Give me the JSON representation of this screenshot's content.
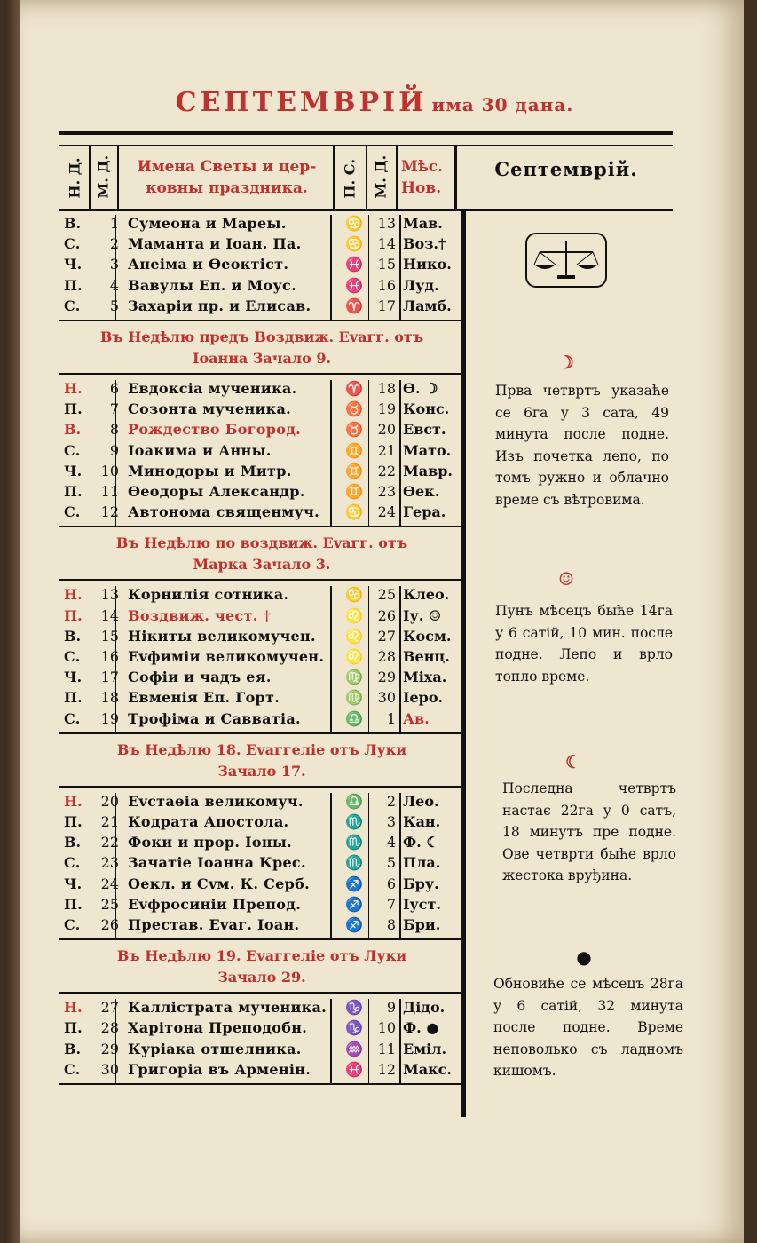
{
  "title": {
    "month": "СЕПТЕМВРІЙ",
    "days": "има 30 дана."
  },
  "header": {
    "week_day": "Н. Д.",
    "month_day": "М. Д.",
    "names_1": "Имена Светы и цер-",
    "names_2": "ковны праздника.",
    "ps": "П. С.",
    "md2": "М. Д.",
    "moon_1": "Мѣс.",
    "moon_2": "Нов.",
    "month_right": "Септемврій."
  },
  "groups": [
    {
      "rows": [
        {
          "wd": "В.",
          "d": "1",
          "name": "Сумеона и Мареы.",
          "z": "♋",
          "md": "13",
          "moon": "Мав."
        },
        {
          "wd": "С.",
          "d": "2",
          "name": "Маманта и Іоан. Па.",
          "z": "♋",
          "md": "14",
          "moon": "Воз.†"
        },
        {
          "wd": "Ч.",
          "d": "3",
          "name": "Анеіма и Өеоктіст.",
          "z": "♓",
          "md": "15",
          "moon": "Нико."
        },
        {
          "wd": "П.",
          "d": "4",
          "name": "Вавулы Еп. и Моус.",
          "z": "♓",
          "md": "16",
          "moon": "Луд."
        },
        {
          "wd": "С.",
          "d": "5",
          "name": "Захаріи пр. и Елисав.",
          "z": "♈",
          "md": "17",
          "moon": "Ламб."
        }
      ]
    },
    {
      "sunday": [
        "Въ Недѣлю предъ Воздвиж. Еvагг. отъ",
        "Іоанна Зачало 9."
      ]
    },
    {
      "rows": [
        {
          "wd": "Н.",
          "red": true,
          "d": "6",
          "name": "Евдоксіа мученика.",
          "z": "♈",
          "md": "18",
          "moon": "Ѳ. ☽"
        },
        {
          "wd": "П.",
          "d": "7",
          "name": "Созонта мученика.",
          "z": "♉",
          "md": "19",
          "moon": "Конс."
        },
        {
          "wd": "В.",
          "red": true,
          "d": "8",
          "name": "Рождество Богород.",
          "namered": true,
          "z": "♉",
          "md": "20",
          "moon": "Евст."
        },
        {
          "wd": "С.",
          "d": "9",
          "name": "Іоакима и Анны.",
          "z": "♊",
          "md": "21",
          "moon": "Мато."
        },
        {
          "wd": "Ч.",
          "d": "10",
          "name": "Минодоры и Митр.",
          "z": "♊",
          "md": "22",
          "moon": "Мавр."
        },
        {
          "wd": "П.",
          "d": "11",
          "name": "Өеодоры Александр.",
          "z": "♊",
          "md": "23",
          "moon": "Өек."
        },
        {
          "wd": "С.",
          "d": "12",
          "name": "Автонома священмуч.",
          "z": "♋",
          "md": "24",
          "moon": "Гера."
        }
      ]
    },
    {
      "sunday": [
        "Въ Недѣлю по воздвиж. Еvагг. отъ",
        "Марка Зачало 3."
      ]
    },
    {
      "rows": [
        {
          "wd": "Н.",
          "red": true,
          "d": "13",
          "name": "Корнилія сотника.",
          "z": "♋",
          "md": "25",
          "moon": "Клео."
        },
        {
          "wd": "П.",
          "red": true,
          "d": "14",
          "name": "Воздвиж. чест. †",
          "namered": true,
          "z": "♌",
          "md": "26",
          "moon": "Іу. ☺"
        },
        {
          "wd": "В.",
          "d": "15",
          "name": "Нікиты великомучен.",
          "z": "♌",
          "md": "27",
          "moon": "Косм."
        },
        {
          "wd": "С.",
          "d": "16",
          "name": "Еvфиміи великомучен.",
          "z": "♌",
          "md": "28",
          "moon": "Венц."
        },
        {
          "wd": "Ч.",
          "d": "17",
          "name": "Софіи и чадъ ея.",
          "z": "♍",
          "md": "29",
          "moon": "Міха."
        },
        {
          "wd": "П.",
          "d": "18",
          "name": "Евменія Еп. Горт.",
          "z": "♍",
          "md": "30",
          "moon": "Іеро."
        },
        {
          "wd": "С.",
          "d": "19",
          "name": "Трофіма и Савватіа.",
          "z": "♎",
          "md": "1",
          "moon": "Ав.",
          "moonred": true
        }
      ]
    },
    {
      "sunday": [
        "Въ Недѣлю 18. Еvаггеліе отъ Луки",
        "Зачало 17."
      ]
    },
    {
      "rows": [
        {
          "wd": "Н.",
          "red": true,
          "d": "20",
          "name": "Еvстаѳіа великомуч.",
          "z": "♎",
          "md": "2",
          "moon": "Лео."
        },
        {
          "wd": "П.",
          "d": "21",
          "name": "Кодрата Апостола.",
          "z": "♏",
          "md": "3",
          "moon": "Кан."
        },
        {
          "wd": "В.",
          "d": "22",
          "name": "Фоки и прор. Іоны.",
          "z": "♏",
          "md": "4",
          "moon": "Ф. ☾"
        },
        {
          "wd": "С.",
          "d": "23",
          "name": "Зачатіе Іоанна Крес.",
          "z": "♏",
          "md": "5",
          "moon": "Пла."
        },
        {
          "wd": "Ч.",
          "d": "24",
          "name": "Өекл. и Сvм. К. Серб.",
          "z": "♐",
          "md": "6",
          "moon": "Бру."
        },
        {
          "wd": "П.",
          "d": "25",
          "name": "Еvфросиніи Препод.",
          "z": "♐",
          "md": "7",
          "moon": "Іуст."
        },
        {
          "wd": "С.",
          "d": "26",
          "name": "Престав. Еvаг. Іоан.",
          "z": "♐",
          "md": "8",
          "moon": "Бри."
        }
      ]
    },
    {
      "sunday": [
        "Въ Недѣлю 19. Еvаггеліе отъ Луки",
        "Зачало 29."
      ]
    },
    {
      "rows": [
        {
          "wd": "Н.",
          "red": true,
          "d": "27",
          "name": "Каллістрата мученика.",
          "z": "♑",
          "md": "9",
          "moon": "Дідо."
        },
        {
          "wd": "П.",
          "d": "28",
          "name": "Харітона Преподобн.",
          "z": "♑",
          "md": "10",
          "moon": "Ф. ●"
        },
        {
          "wd": "В.",
          "d": "29",
          "name": "Куріака отшелника.",
          "z": "♒",
          "md": "11",
          "moon": "Еміл."
        },
        {
          "wd": "С.",
          "d": "30",
          "name": "Григоріа въ Арменін.",
          "z": "♓",
          "md": "12",
          "moon": "Макс."
        }
      ]
    }
  ],
  "notes": [
    {
      "symbol": "☽",
      "text": "Прва четвртъ указаће се 6га у 3 сата, 49 минута после подне. Изъ почетка лепо, по томъ ружно и облачно време съ вѣтровима."
    },
    {
      "symbol": "☺",
      "text": "Пунъ мѣсецъ быће 14га у 6 сатій, 10 мин. после подне. Лепо и врло топло време."
    },
    {
      "symbol": "☾",
      "text": "Последна четвртъ настає 22га у 0 сатъ, 18 минутъ пре подне. Ове четврти быће врло жестока вруђина."
    },
    {
      "symbol": "●",
      "text": "Обновиће се мѣсецъ 28га у 6 сатій, 32 минута после подне. Време неповолько съ ладномъ кишомъ."
    }
  ]
}
